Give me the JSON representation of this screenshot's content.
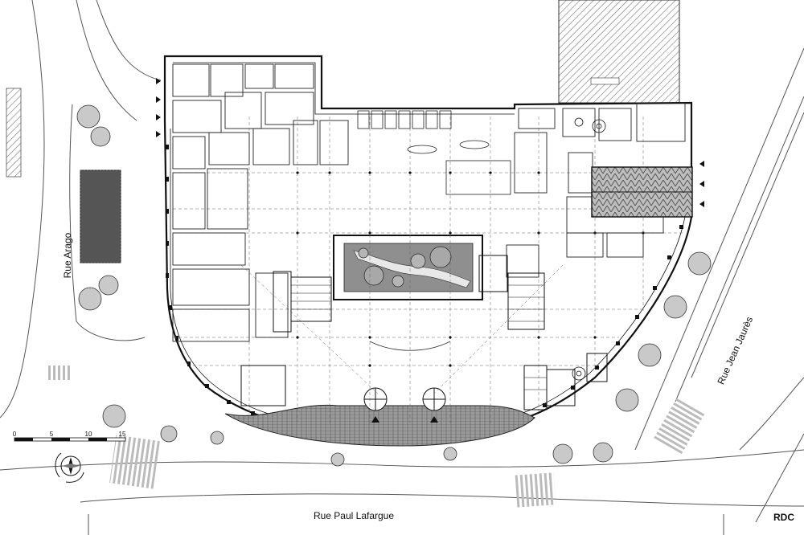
{
  "streets": {
    "west": "Rue Arago",
    "south": "Rue Paul Lafargue",
    "east": "Rue Jean Jaurès"
  },
  "level_label": "RDC",
  "scale_bar": {
    "ticks": [
      "0",
      "5",
      "10",
      "15"
    ]
  },
  "north_arrow_icon": "compass-rose-icon"
}
